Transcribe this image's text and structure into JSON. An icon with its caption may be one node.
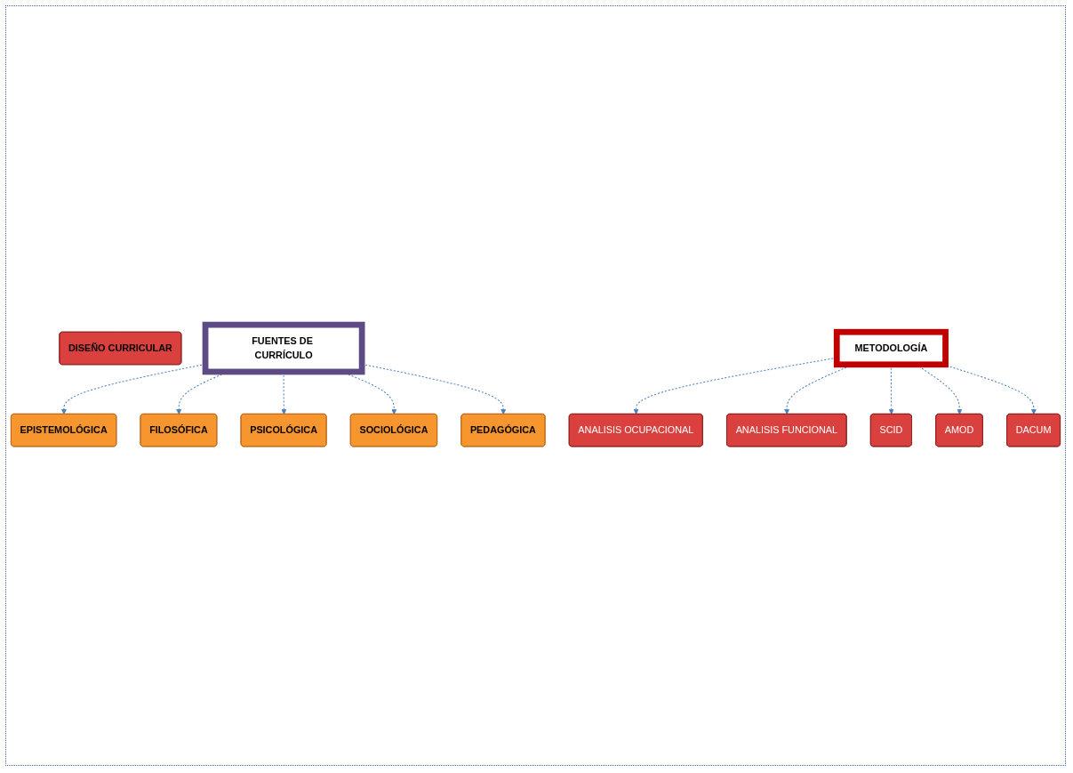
{
  "diagram": {
    "nodes": [
      {
        "text": [
          "DISEÑO CURRICULAR"
        ]
      },
      {
        "text": [
          "FUENTES DE CURRÍCULO"
        ]
      },
      {
        "text": [
          "EPISTEMOLÓGICA"
        ]
      },
      {
        "text": [
          "FILOSÓFICA"
        ]
      },
      {
        "text": [
          "PSICOLÓGICA"
        ]
      },
      {
        "text": [
          "SOCIOLÓGICA"
        ]
      },
      {
        "text": [
          "PEDAGÓGICA"
        ]
      },
      {
        "text": [
          "METODOLOGÍA"
        ]
      },
      {
        "text": [
          "ANALISIS OCUPACIONAL"
        ]
      },
      {
        "text": [
          "ANALISIS FUNCIONAL"
        ]
      },
      {
        "text": [
          "SCID"
        ]
      },
      {
        "text": [
          "AMOD"
        ]
      },
      {
        "text": [
          "DACUM"
        ]
      }
    ],
    "edges": [
      {
        "from": 1,
        "to": 2,
        "arrow": "to",
        "style": "dashed"
      },
      {
        "from": 1,
        "to": 3,
        "arrow": "to",
        "style": "dashed"
      },
      {
        "from": 1,
        "to": 4,
        "arrow": "to",
        "style": "dashed"
      },
      {
        "from": 1,
        "to": 5,
        "arrow": "to",
        "style": "dashed"
      },
      {
        "from": 1,
        "to": 6,
        "arrow": "to",
        "style": "dashed"
      },
      {
        "from": 7,
        "to": 8,
        "arrow": "to",
        "style": "dashed"
      },
      {
        "from": 7,
        "to": 9,
        "arrow": "to",
        "style": "dashed"
      },
      {
        "from": 7,
        "to": 10,
        "arrow": "to",
        "style": "dashed"
      },
      {
        "from": 7,
        "to": 11,
        "arrow": "to",
        "style": "dashed"
      },
      {
        "from": 7,
        "to": 12,
        "arrow": "to",
        "style": "dashed"
      }
    ]
  }
}
